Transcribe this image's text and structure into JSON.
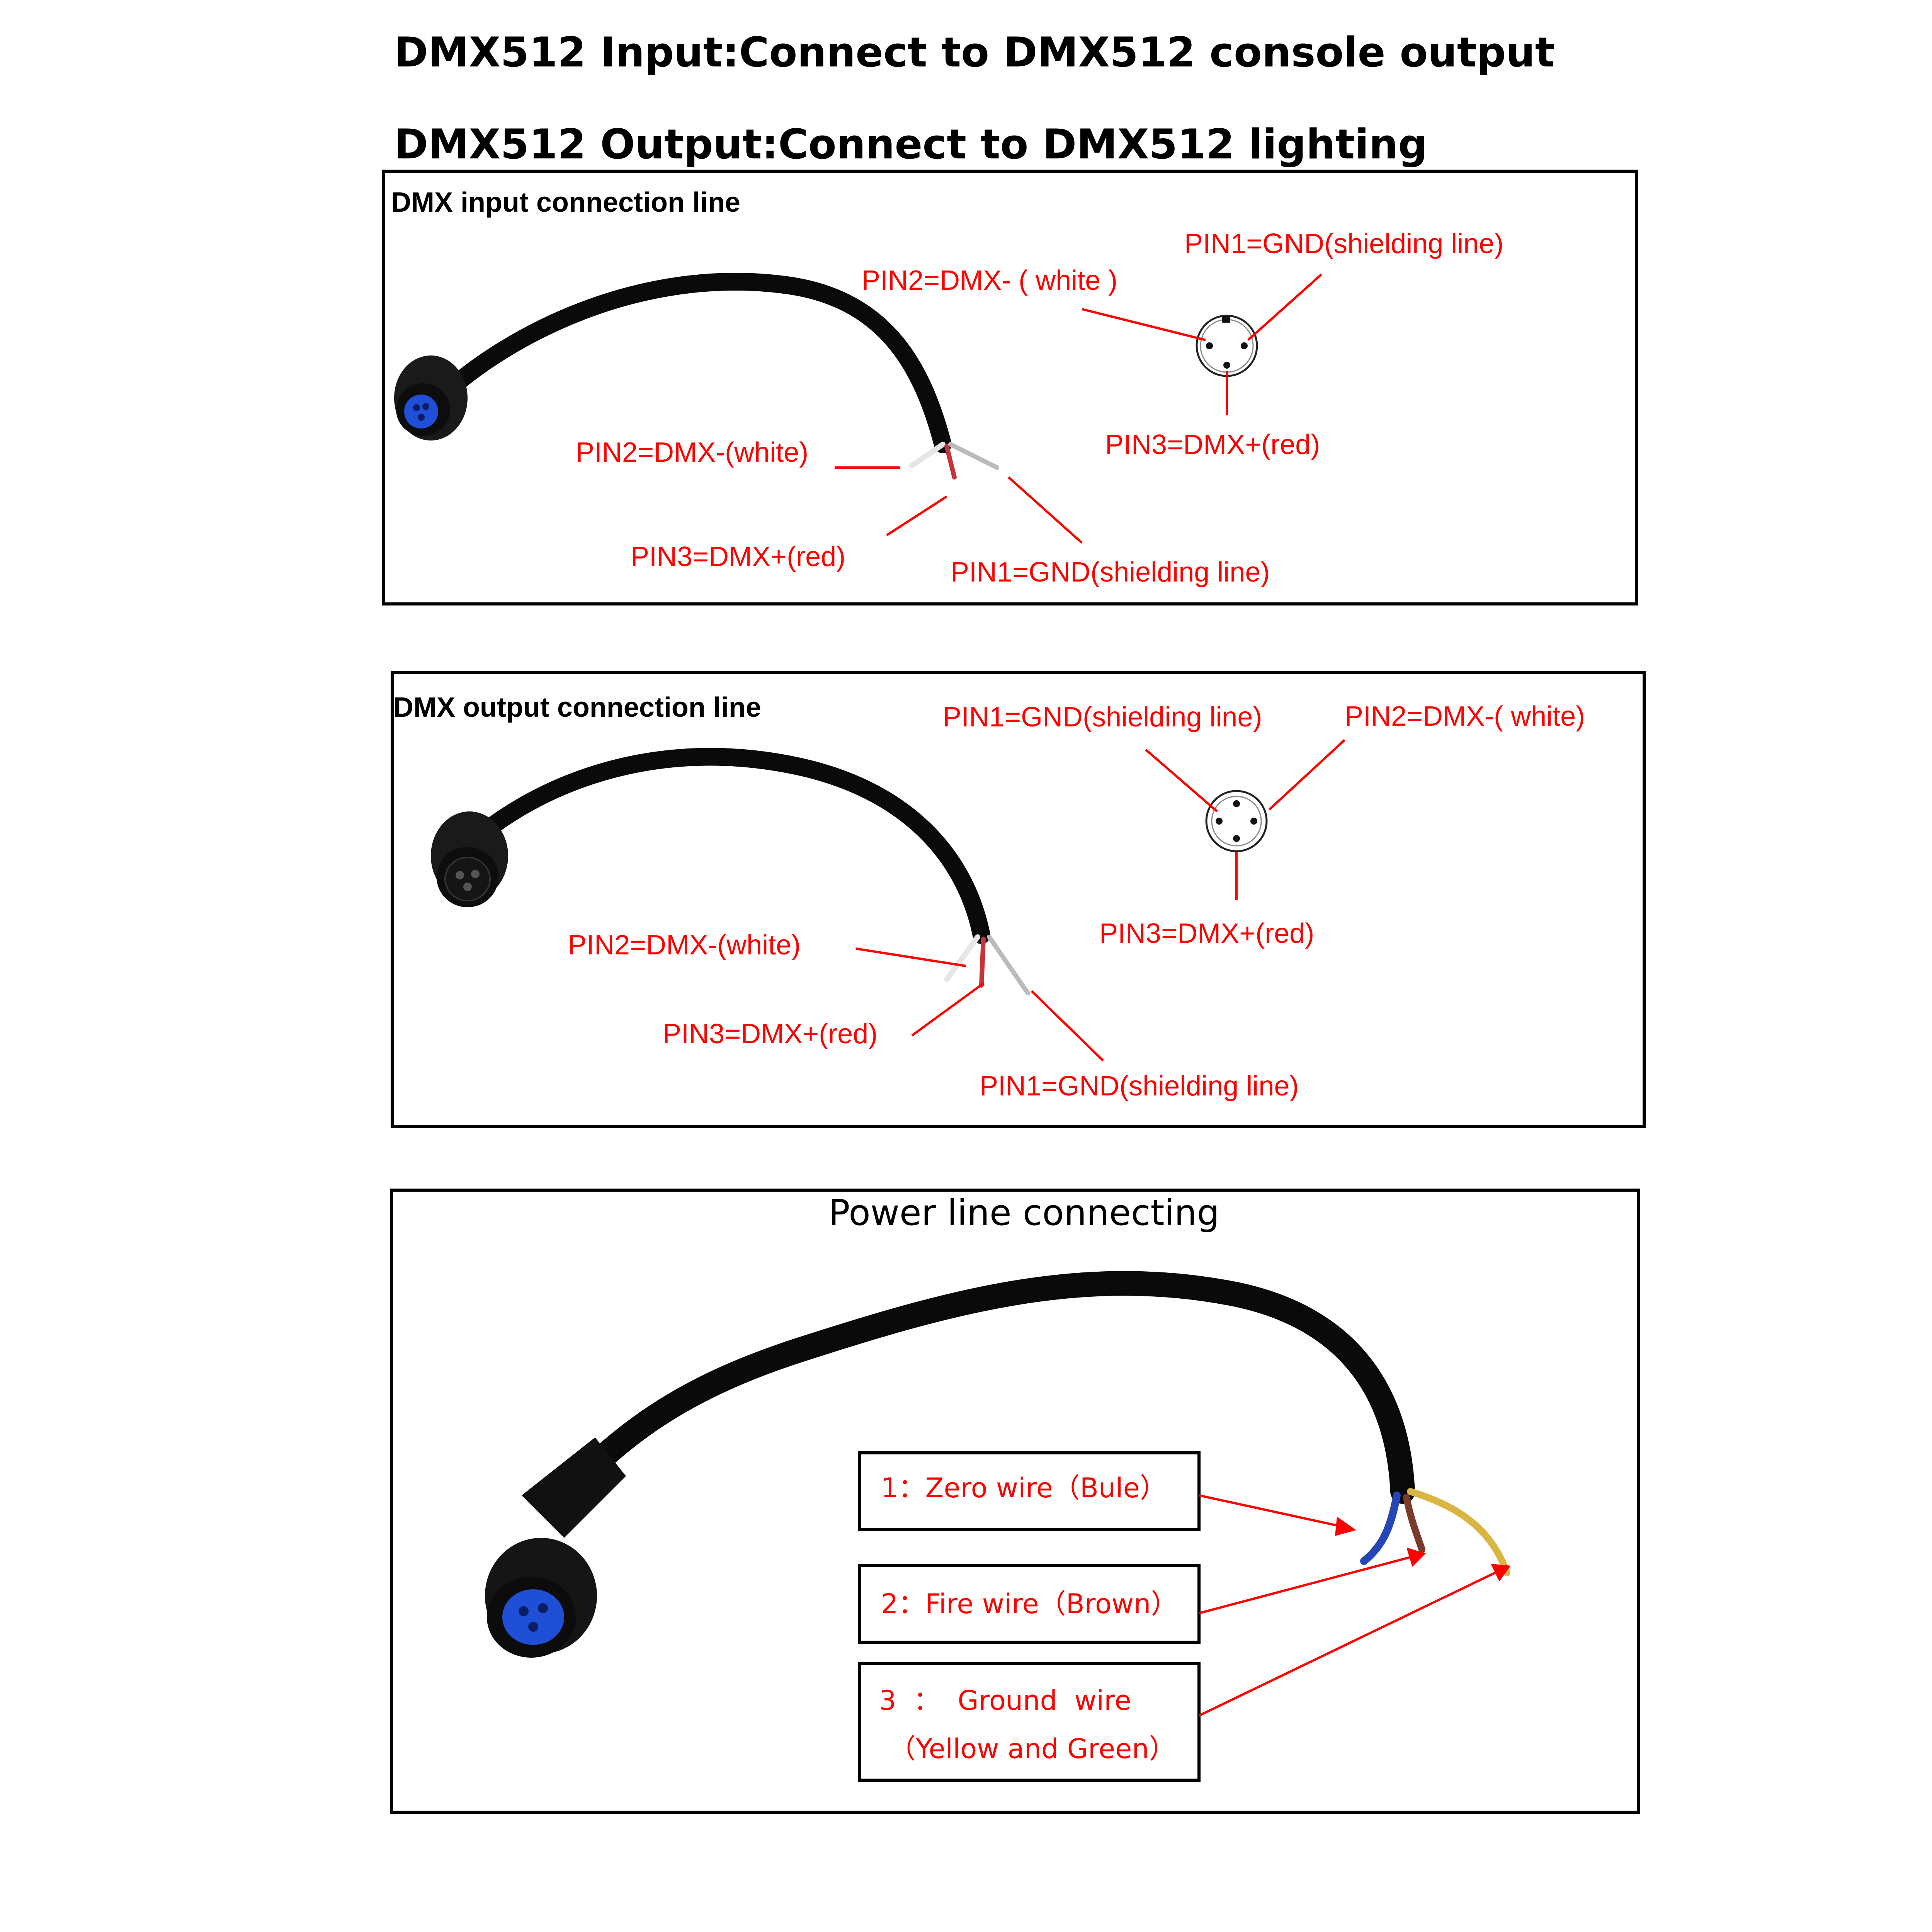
{
  "header": {
    "line1": "DMX512 Input:Connect to DMX512 console output",
    "line2": "DMX512 Output:Connect to DMX512 lighting"
  },
  "colors": {
    "label": "#ff0000",
    "cable": "#0a0a0a",
    "connector_blue": "#1f4fd6",
    "frame": "#000000",
    "wire_blue": "#2646b8",
    "wire_brown": "#7a3b2a",
    "wire_yellow_green": "#d9b542",
    "wire_white": "#e6e6e6",
    "wire_red": "#c8323a"
  },
  "input_panel": {
    "title": "DMX input connection line",
    "socket_labels": {
      "pin1": "PIN1=GND(shielding line)",
      "pin2": "PIN2=DMX- ( white )",
      "pin3": "PIN3=DMX+(red)"
    },
    "wire_labels": {
      "pin2": "PIN2=DMX-(white)",
      "pin3": "PIN3=DMX+(red)",
      "pin1": "PIN1=GND(shielding line)"
    },
    "icons": [
      "female-connector-icon",
      "four-pin-socket-icon"
    ]
  },
  "output_panel": {
    "title": "DMX output connection line",
    "socket_labels": {
      "pin1": "PIN1=GND(shielding line)",
      "pin2": "PIN2=DMX-( white)",
      "pin3": "PIN3=DMX+(red)"
    },
    "wire_labels": {
      "pin2": "PIN2=DMX-(white)",
      "pin3": "PIN3=DMX+(red)",
      "pin1": "PIN1=GND(shielding line)"
    },
    "icons": [
      "male-connector-icon",
      "four-pin-socket-icon"
    ]
  },
  "power_panel": {
    "title": "Power line connecting",
    "labels": {
      "zero": "1：Zero wire（Bule）",
      "fire": "2：Fire wire（Brown）",
      "ground_line1": "3  ：  Ground  wire",
      "ground_line2": "（Yellow and Green）"
    },
    "icons": [
      "power-connector-icon"
    ]
  }
}
